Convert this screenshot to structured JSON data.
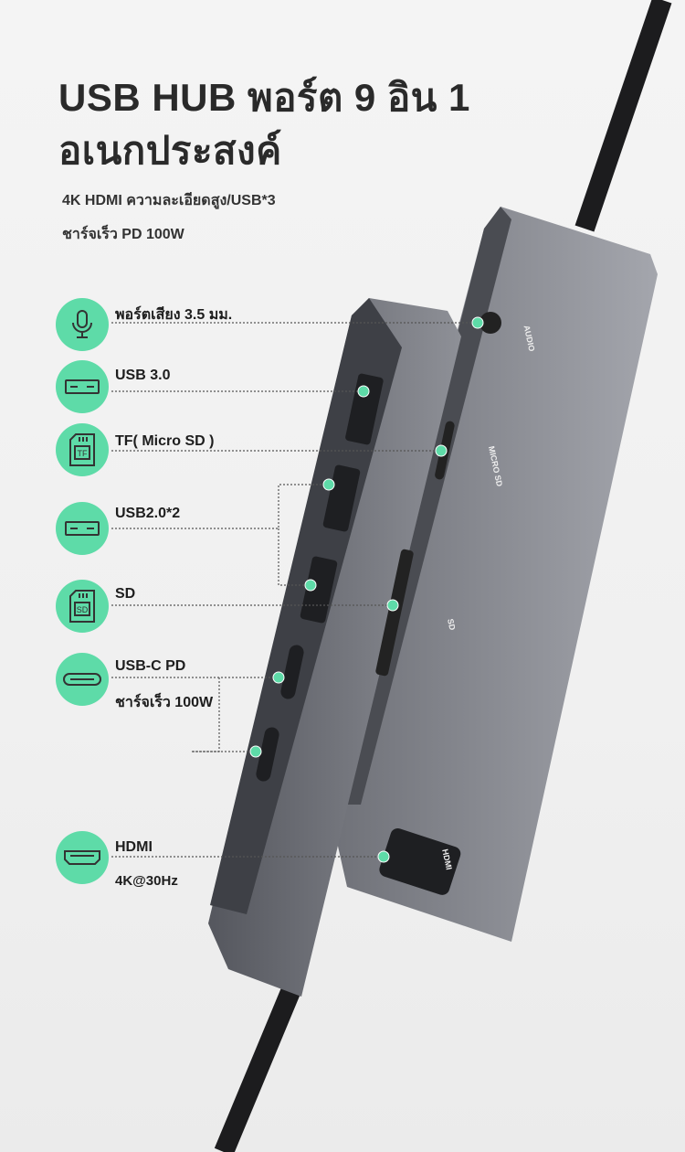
{
  "title": {
    "line1": "USB HUB พอร์ต 9 อิน 1",
    "line2": "อเนกประสงค์"
  },
  "subtitle": {
    "line1": "4K HDMI ความละเอียดสูง/USB*3",
    "line2": "ชาร์จเร็ว PD 100W"
  },
  "features": [
    {
      "icon": "microphone-icon",
      "label": "พอร์ตเสียง 3.5 มม."
    },
    {
      "icon": "usb-port-icon",
      "label": "USB 3.0"
    },
    {
      "icon": "tf-card-icon",
      "label": "TF( Micro SD )",
      "badge": "TF"
    },
    {
      "icon": "usb-port-icon",
      "label": "USB2.0*2"
    },
    {
      "icon": "sd-card-icon",
      "label": "SD",
      "badge": "SD"
    },
    {
      "icon": "usb-c-icon",
      "label": "USB-C PD",
      "sublabel": "ชาร์จเร็ว 100W"
    },
    {
      "icon": "hdmi-icon",
      "label": "HDMI",
      "sublabel": "4K@30Hz"
    }
  ],
  "device_labels": {
    "audio": "AUDIO",
    "micro_sd": "MICRO SD",
    "sd": "SD",
    "hdmi": "HDMI"
  },
  "colors": {
    "accent": "#5edba8",
    "device": "#8d8f96",
    "cable": "#1c1c1e"
  }
}
